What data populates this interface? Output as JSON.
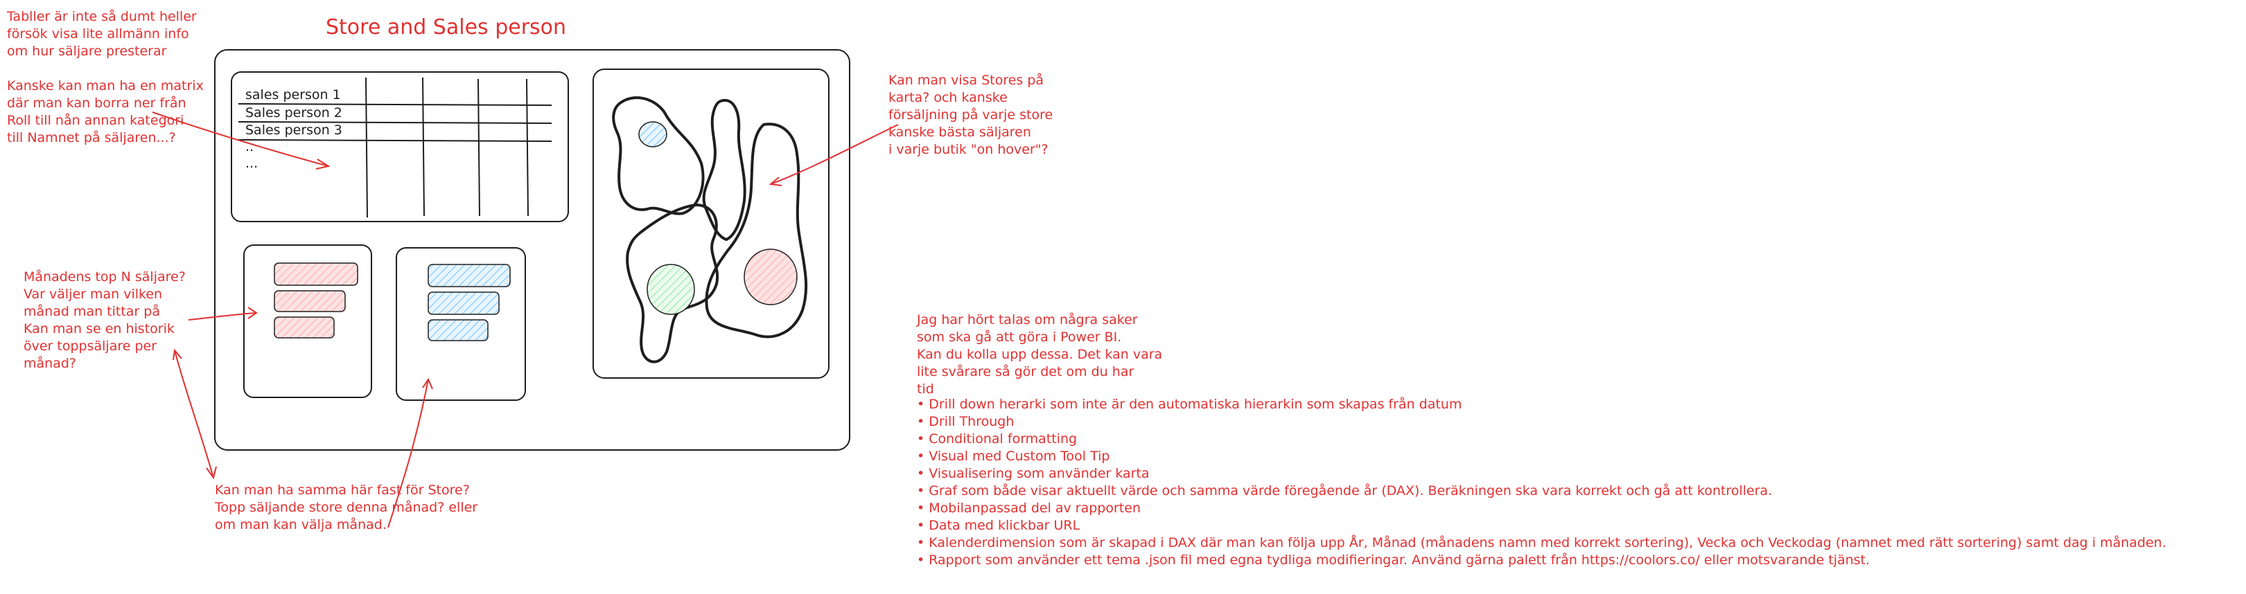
{
  "title": "Store and Sales person",
  "notes": {
    "tables": "Tabller är inte så dumt heller\nförsök visa lite allmänn info\nom hur säljare presterar",
    "matrix": "Kanske kan man ha en matrix\ndär man kan borra ner från\nRoll till nån annan kategori\ntill Namnet på säljaren...?",
    "stores_map": "Kan man visa Stores på\nkarta? och kanske\nförsäljning på varje store\nkanske bästa säljaren\ni varje butik \"on hover\"?",
    "top_n": "Månadens top N säljare?\nVar väljer man vilken\nmånad man tittar på\nKan man se en historik\növer toppsäljare per\nmånad?",
    "store_top": "Kan man ha samma här fast för Store?\nTopp säljande store denna månad? eller\nom man kan välja månad.",
    "powerbi_intro": "Jag har hört talas om några saker\nsom ska gå att göra i Power BI.\nKan du kolla upp dessa. Det kan vara\nlite svårare så gör det om du har\ntid"
  },
  "table_rows": [
    "sales person 1",
    "Sales person 2",
    "Sales person 3",
    "..",
    "..."
  ],
  "powerbi_items": [
    "Drill down herarki som inte är den automatiska hierarkin som skapas från datum",
    "Drill Through",
    "Conditional formatting",
    "Visual med Custom Tool Tip",
    "Visualisering som använder karta",
    "Graf som både visar aktuellt värde och samma värde föregående år (DAX). Beräkningen ska vara korrekt och gå att kontrollera.",
    "Mobilanpassad del av rapporten",
    "Data med klickbar URL",
    "Kalenderdimension som är skapad i DAX där man kan följa upp År, Månad (månadens namn med korrekt sortering), Vecka och Veckodag (namnet med rätt sortering) samt dag i månaden.",
    "Rapport som använder ett tema .json fil med egna tydliga modifieringar. Använd gärna palett från https://coolors.co/ eller motsvarande tjänst."
  ],
  "colors": {
    "annotation": "#e03131",
    "ink": "#1e1e1e",
    "pink_fill": "#ffc9c9",
    "blue_fill": "#a5d8ff",
    "green_fill": "#b2f2bb"
  }
}
